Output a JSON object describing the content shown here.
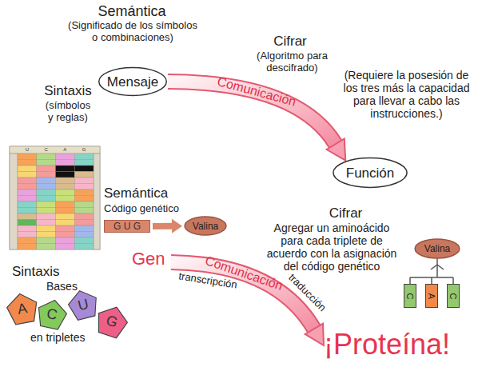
{
  "diagram": {
    "nodes": [
      {
        "text": [
          "Mensaje"
        ]
      },
      {
        "text": [
          "Función"
        ]
      },
      {
        "text": [
          "G U G"
        ]
      },
      {
        "text": [
          "Valina"
        ]
      },
      {
        "text": [
          "Valina"
        ]
      },
      {
        "text": [
          "C"
        ]
      },
      {
        "text": [
          "A"
        ]
      },
      {
        "text": [
          "C"
        ]
      },
      {
        "text": [
          "A"
        ]
      },
      {
        "text": [
          "C"
        ]
      },
      {
        "text": [
          "U"
        ]
      },
      {
        "text": [
          "G"
        ]
      }
    ],
    "edges": [
      {
        "from": 0,
        "to": 1,
        "label": "Comunicación",
        "arrow": "to"
      },
      {
        "from": 2,
        "to": 3,
        "arrow": "to"
      }
    ],
    "labels": [
      "Semántica",
      "(Significado de los símbolos o combinaciones)",
      "Sintaxis",
      "(símbolos y reglas)",
      "Cifrar",
      "(Algoritmo para descifrado)",
      "(Requiere la posesión de los tres más la capacidad para llevar a cabo las instrucciones.)",
      "U",
      "C",
      "A",
      "G",
      "Semántica",
      "Código genético",
      "Gen",
      "Cifrar",
      "Agregar un aminoácido para cada triplete de acuerdo con la asignación del código genético",
      "Comunicación",
      "transcripción",
      "traducción",
      "Sintaxis",
      "Bases",
      "en tripletes",
      "¡Proteína!"
    ]
  }
}
